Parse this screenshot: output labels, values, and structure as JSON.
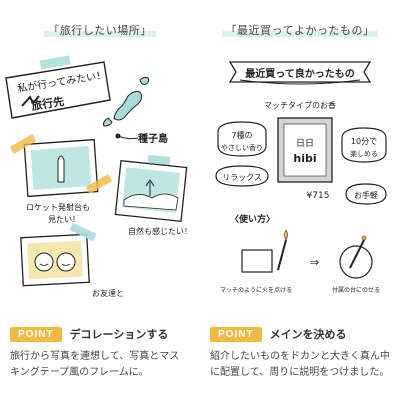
{
  "left": {
    "heading": "「旅行したい場所」",
    "note_line1": "私が行ってみたい！",
    "note_line2": "旅行先",
    "map_label": "種子島",
    "photo1_caption_1": "ロケット発射台も",
    "photo1_caption_2": "見たい！",
    "photo2_caption": "自然も感じたい！",
    "photo3_caption": "お友達と",
    "point_badge": "POINT",
    "point_title": "デコレーションする",
    "desc_line1": "旅行から写真を連想して、写真とマス",
    "desc_line2": "キングテープ風のフレームに。"
  },
  "right": {
    "heading": "「最近買ってよかったもの」",
    "banner": "最近買って良かったもの",
    "subtitle": "マッチタイプのお香",
    "product_line1": "日日",
    "product_line2": "hibi",
    "price": "¥715",
    "bubble_varieties_1": "7種の",
    "bubble_varieties_2": "やさしい香り",
    "bubble_relax": "リラックス",
    "bubble_time_1": "10分で",
    "bubble_time_2": "楽しめる",
    "bubble_easy": "お手軽",
    "usage_label": "〈使い方〉",
    "usage_caption_1": "マッチのように火を点ける",
    "usage_caption_2": "付属の台にのせる",
    "point_badge": "POINT",
    "point_title": "メインを決める",
    "desc_line1": "紹介したいものをドカンと大きく真ん中",
    "desc_line2": "に配置して、周りに説明をつけました。"
  }
}
